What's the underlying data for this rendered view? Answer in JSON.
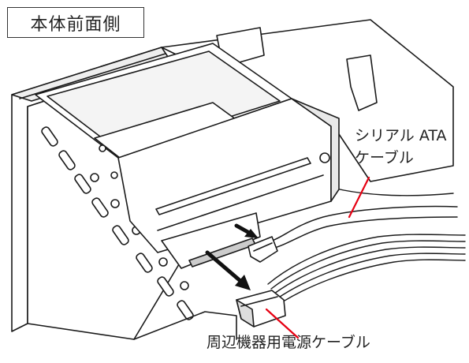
{
  "view_label": "本体前面側",
  "callouts": {
    "sata_cable": {
      "line1": "シリアル ATA",
      "line2": "ケーブル"
    },
    "power_cable": "周辺機器用電源ケーブル"
  },
  "colors": {
    "outline": "#1a1a1a",
    "fill": "#ffffff",
    "shade": "#d8d8d8",
    "leader": "#e60012",
    "arrow": "#111111"
  }
}
